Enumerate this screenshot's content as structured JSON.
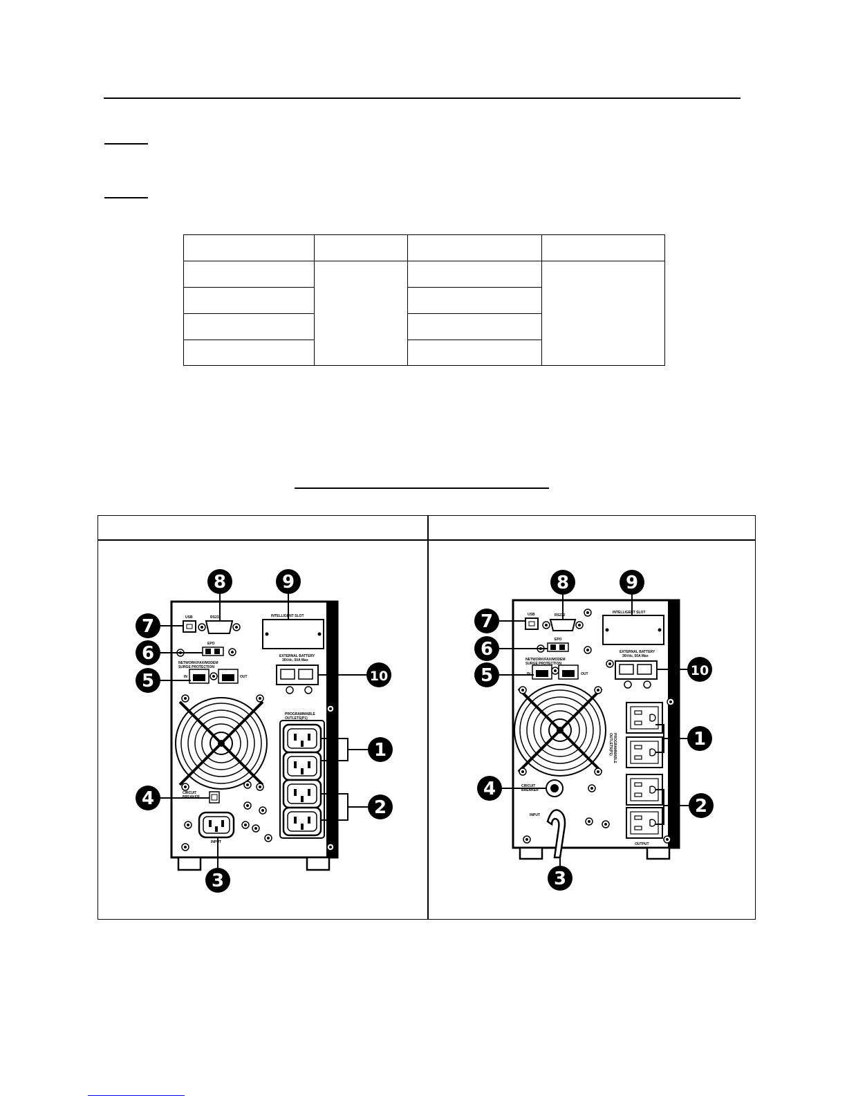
{
  "labels": {
    "usb": "USB",
    "rs232": "RS232",
    "intelligent_slot": "INTELLIGENT SLOT",
    "epo": "EPO",
    "network": "NETWORK/FAX/MODEM",
    "surge": "SURGE PROTECTION",
    "in": "IN",
    "out": "OUT",
    "external_battery": "EXTERNAL BATTERY",
    "battery_rating": "36Vdc, 50A Max",
    "programmable": "PROGRAMMABLE",
    "outlets_p1": "OUTLETS(P1)",
    "circuit": "CIRCUIT",
    "breaker": "BREAKER",
    "input": "INPUT",
    "output": "OUTPUT"
  },
  "callouts": [
    "1",
    "2",
    "3",
    "4",
    "5",
    "6",
    "7",
    "8",
    "9",
    "10"
  ],
  "colors": {
    "ink": "#000000",
    "link": "#0000ee"
  }
}
